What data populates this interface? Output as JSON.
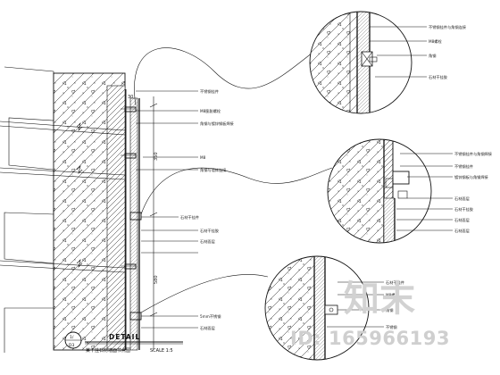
{
  "title": {
    "main": "DETAIL",
    "sub": "某干挂石材墙面节点图",
    "scale": "SCALE 1:5",
    "ref_top": "1/",
    "ref_bottom": "D3"
  },
  "dimensions": {
    "d1": "30",
    "d2": "350",
    "d3": "580"
  },
  "main_labels": [
    "不锈钢挂件",
    "M8膨胀螺栓",
    "角钢与镀锌钢板焊接",
    "M8",
    "角钢与墙体连接",
    "石材干挂件",
    "石材干挂胶",
    "石材面层",
    "5mm不锈钢",
    "石材面层"
  ],
  "detail_a_labels": [
    "不锈钢挂件与角钢连接",
    "M8螺栓",
    "角钢",
    "石材干挂胶"
  ],
  "detail_b_labels": [
    "不锈钢挂件与角钢焊接",
    "不锈钢挂件",
    "镀锌钢板与角钢焊接",
    "石材面层",
    "石材干挂胶",
    "石材面层",
    "石材面层"
  ],
  "detail_c_labels": [
    "石材干挂件",
    "M8螺栓",
    "角钢",
    "不锈钢"
  ],
  "watermark": {
    "brand": "知末",
    "id": "ID: 165966193"
  }
}
